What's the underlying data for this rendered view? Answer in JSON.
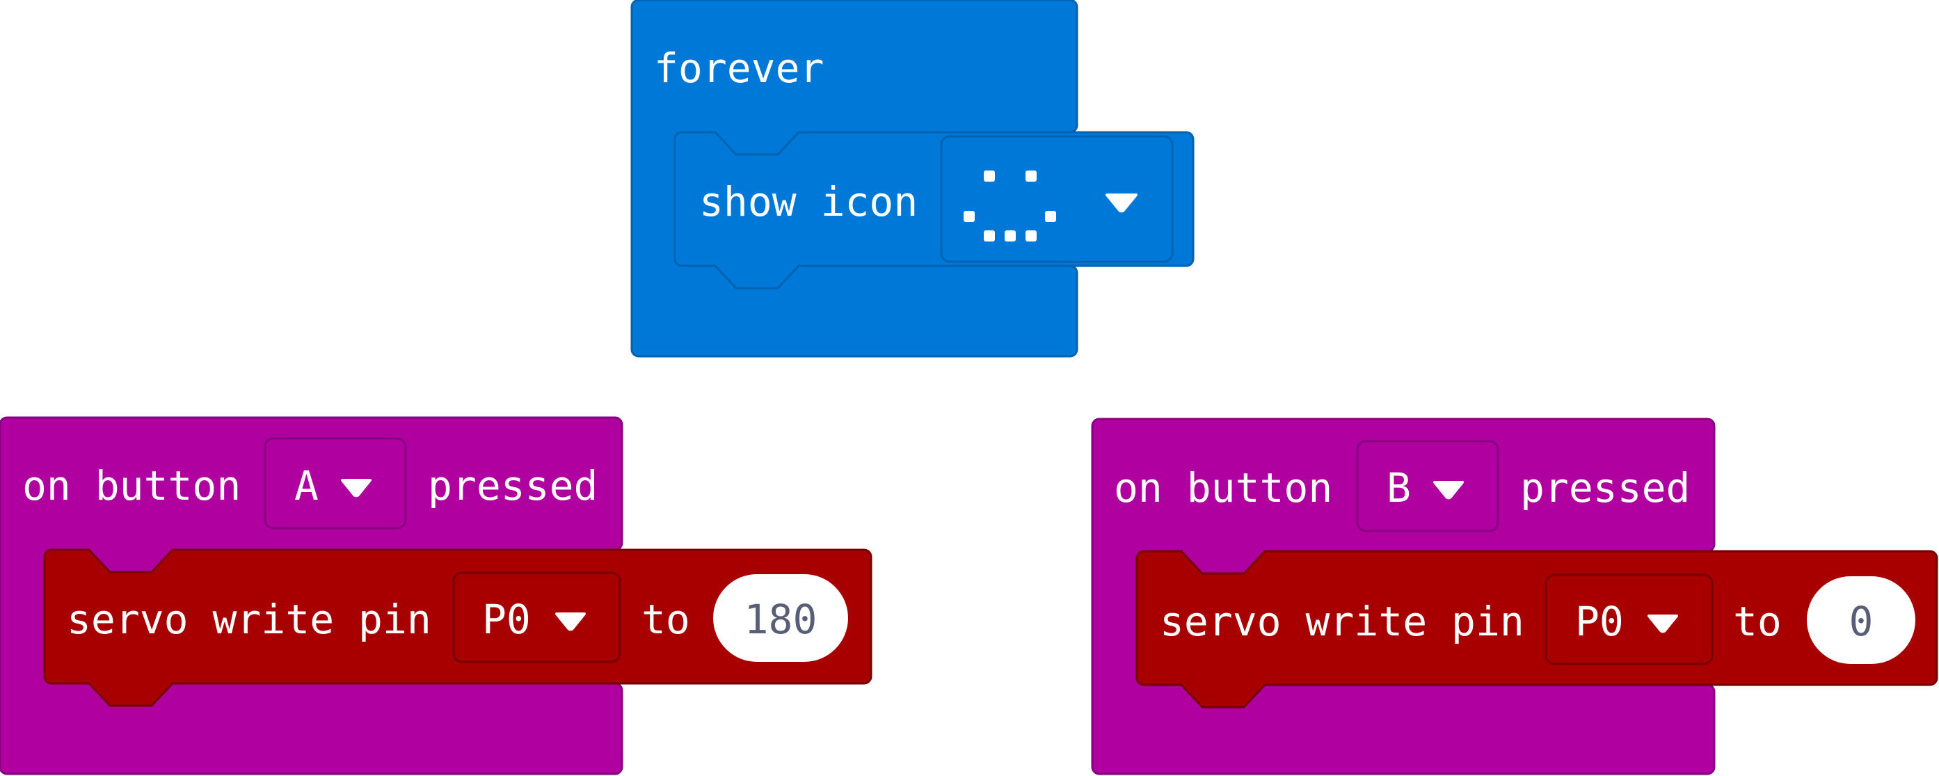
{
  "colors": {
    "basic": "#0078d7",
    "basic_dark": "#0063b1",
    "input": "#b000a0",
    "input_dark": "#870080",
    "pins": "#a80000",
    "pins_dark": "#750000",
    "text": "#ffffff",
    "number_text": "#575e75"
  },
  "forever_block": {
    "label": "forever",
    "inner": {
      "label": "show icon",
      "icon_name": "smiley-icon",
      "dropdown_icon": "chevron-down-icon"
    }
  },
  "button_a_block": {
    "prefix": "on button",
    "button": "A",
    "suffix": "pressed",
    "inner": {
      "label": "servo write pin",
      "pin": "P0",
      "to_label": "to",
      "value": "180"
    }
  },
  "button_b_block": {
    "prefix": "on button",
    "button": "B",
    "suffix": "pressed",
    "inner": {
      "label": "servo write pin",
      "pin": "P0",
      "to_label": "to",
      "value": "0"
    }
  }
}
